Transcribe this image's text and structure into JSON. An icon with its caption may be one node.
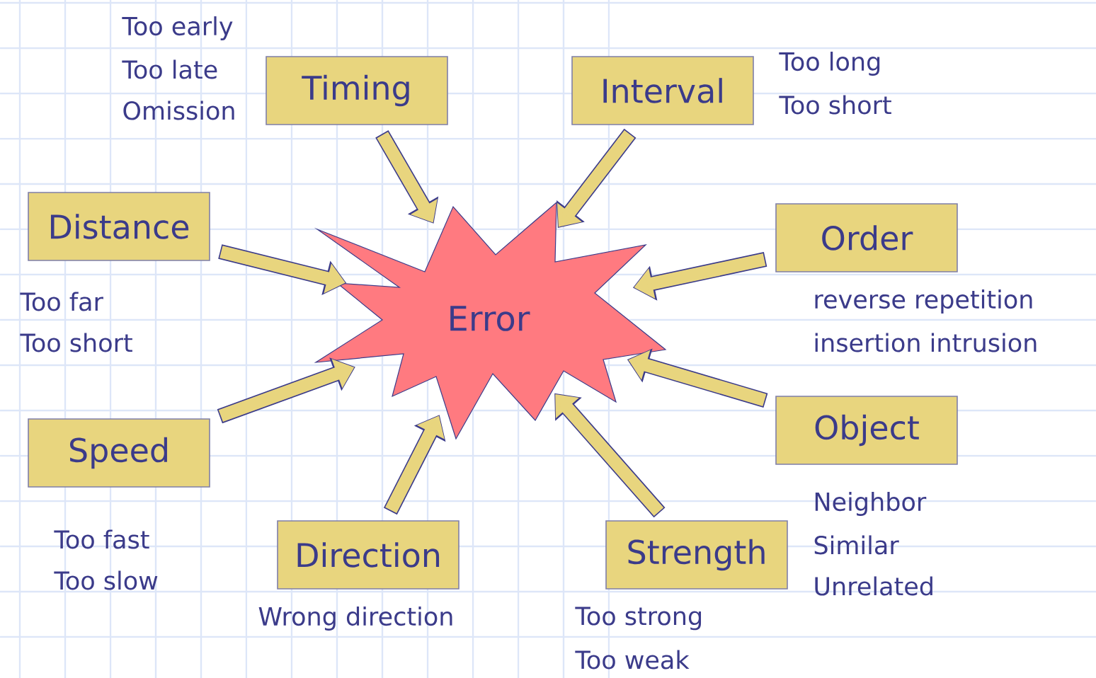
{
  "diagram": {
    "nodes": [
      {
        "text": [
          "Error"
        ]
      },
      {
        "text": [
          "Timing"
        ],
        "beside": [
          "Too early",
          "Too late",
          "Omission"
        ]
      },
      {
        "text": [
          "Interval"
        ],
        "beside": [
          "Too long",
          "Too short"
        ]
      },
      {
        "text": [
          "Distance"
        ],
        "beside": [
          "Too far",
          "Too short"
        ]
      },
      {
        "text": [
          "Order"
        ],
        "beside": [
          "reverse  repetition",
          "insertion  intrusion"
        ]
      },
      {
        "text": [
          "Speed"
        ],
        "beside": [
          "Too fast",
          "Too slow"
        ]
      },
      {
        "text": [
          "Object"
        ],
        "beside": [
          "Neighbor",
          "Similar",
          "Unrelated"
        ]
      },
      {
        "text": [
          "Direction"
        ],
        "beside": [
          "Wrong direction"
        ]
      },
      {
        "text": [
          "Strength"
        ],
        "beside": [
          "Too strong",
          "Too weak"
        ]
      }
    ],
    "edges": [
      {
        "from": 1,
        "to": 0,
        "arrow": "to"
      },
      {
        "from": 2,
        "to": 0,
        "arrow": "to"
      },
      {
        "from": 3,
        "to": 0,
        "arrow": "to"
      },
      {
        "from": 4,
        "to": 0,
        "arrow": "to"
      },
      {
        "from": 5,
        "to": 0,
        "arrow": "to"
      },
      {
        "from": 6,
        "to": 0,
        "arrow": "to"
      },
      {
        "from": 7,
        "to": 0,
        "arrow": "to"
      },
      {
        "from": 8,
        "to": 0,
        "arrow": "to"
      }
    ]
  }
}
